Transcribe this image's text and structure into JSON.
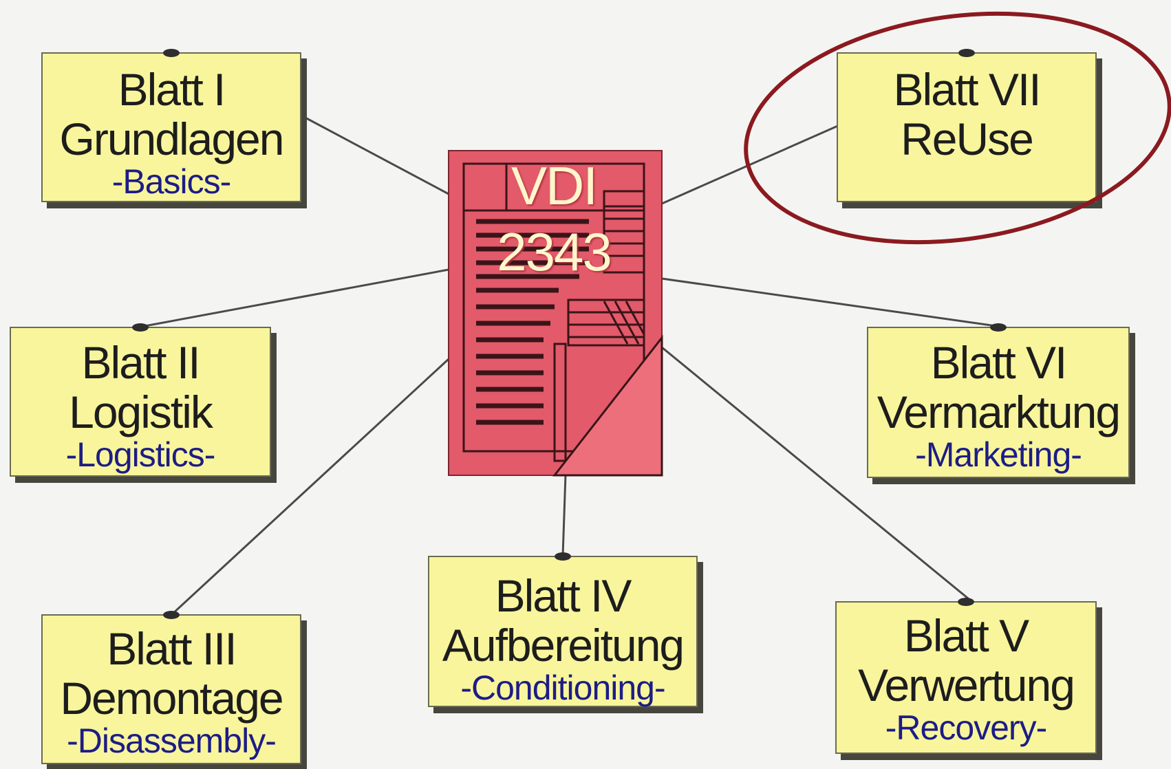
{
  "center": {
    "line1": "VDI",
    "line2": "2343",
    "color": "#e35a6a"
  },
  "colors": {
    "card": "#f8f59c",
    "english": "#1c1c86",
    "highlight_ring": "#8b1a20"
  },
  "cards": {
    "blatt1": {
      "title": "Blatt I",
      "german": "Grundlagen",
      "english": "-Basics-"
    },
    "blatt2": {
      "title": "Blatt II",
      "german": "Logistik",
      "english": "-Logistics-"
    },
    "blatt3": {
      "title": "Blatt III",
      "german": "Demontage",
      "english": "-Disassembly-"
    },
    "blatt4": {
      "title": "Blatt IV",
      "german": "Aufbereitung",
      "english": "-Conditioning-"
    },
    "blatt5": {
      "title": "Blatt V",
      "german": "Verwertung",
      "english": "-Recovery-"
    },
    "blatt6": {
      "title": "Blatt VI",
      "german": "Vermarktung",
      "english": "-Marketing-"
    },
    "blatt7": {
      "title": "Blatt VII",
      "german": "ReUse",
      "highlighted": true
    }
  }
}
